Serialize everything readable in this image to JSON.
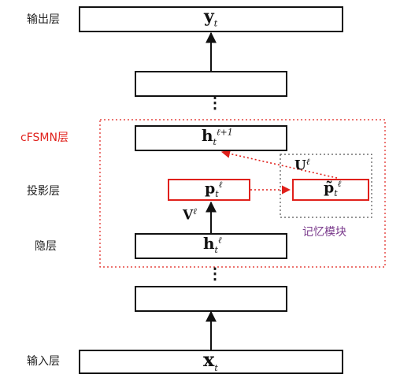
{
  "labels": {
    "output_layer": "输出层",
    "cfsmn_layer": "cFSMN层",
    "projection_layer": "投影层",
    "hidden_layer": "隐层",
    "input_layer": "输入层",
    "memory_module": "记忆模块"
  },
  "nodes": {
    "y": {
      "base": "y",
      "sub": "t"
    },
    "h_next": {
      "base": "h",
      "sub": "t",
      "sup": "ℓ+1"
    },
    "p": {
      "base": "p",
      "sub": "t",
      "sup": "ℓ"
    },
    "p_tilde": {
      "base": "p̃",
      "sub": "t",
      "sup": "ℓ"
    },
    "h": {
      "base": "h",
      "sub": "t",
      "sup": "ℓ"
    },
    "x": {
      "base": "x",
      "sub": "t"
    }
  },
  "weights": {
    "V": {
      "base": "V",
      "sup": "ℓ"
    },
    "U": {
      "base": "U",
      "sup": "ℓ"
    }
  },
  "ellipsis": "⋮",
  "colors": {
    "accent_red": "#e0201b",
    "memory_border": "#555555",
    "memory_label": "#7a3a8c",
    "line": "#111111"
  }
}
